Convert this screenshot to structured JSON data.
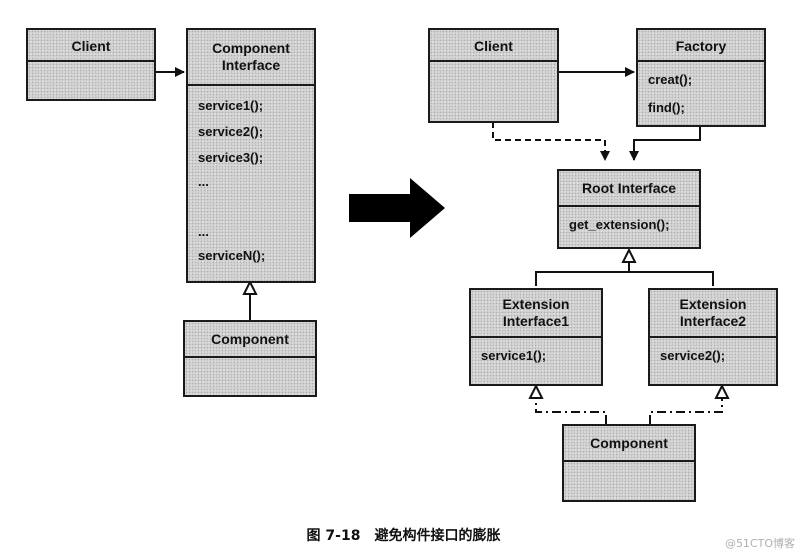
{
  "left": {
    "client": {
      "title": "Client"
    },
    "component_interface": {
      "title_line1": "Component",
      "title_line2": "Interface",
      "methods": [
        "service1();",
        "service2();",
        "service3();",
        "...",
        "...",
        "serviceN();"
      ]
    },
    "component": {
      "title": "Component"
    }
  },
  "right": {
    "client": {
      "title": "Client"
    },
    "factory": {
      "title": "Factory",
      "methods": [
        "creat();",
        "find();"
      ]
    },
    "root_interface": {
      "title": "Root Interface",
      "methods": [
        "get_extension();"
      ]
    },
    "extension_interface1": {
      "title_line1": "Extension",
      "title_line2": "Interface1",
      "methods": [
        "service1();"
      ]
    },
    "extension_interface2": {
      "title_line1": "Extension",
      "title_line2": "Interface2",
      "methods": [
        "service2();"
      ]
    },
    "component": {
      "title": "Component"
    }
  },
  "caption": "图 7-18　避免构件接口的膨胀",
  "watermark": "@51CTO博客"
}
